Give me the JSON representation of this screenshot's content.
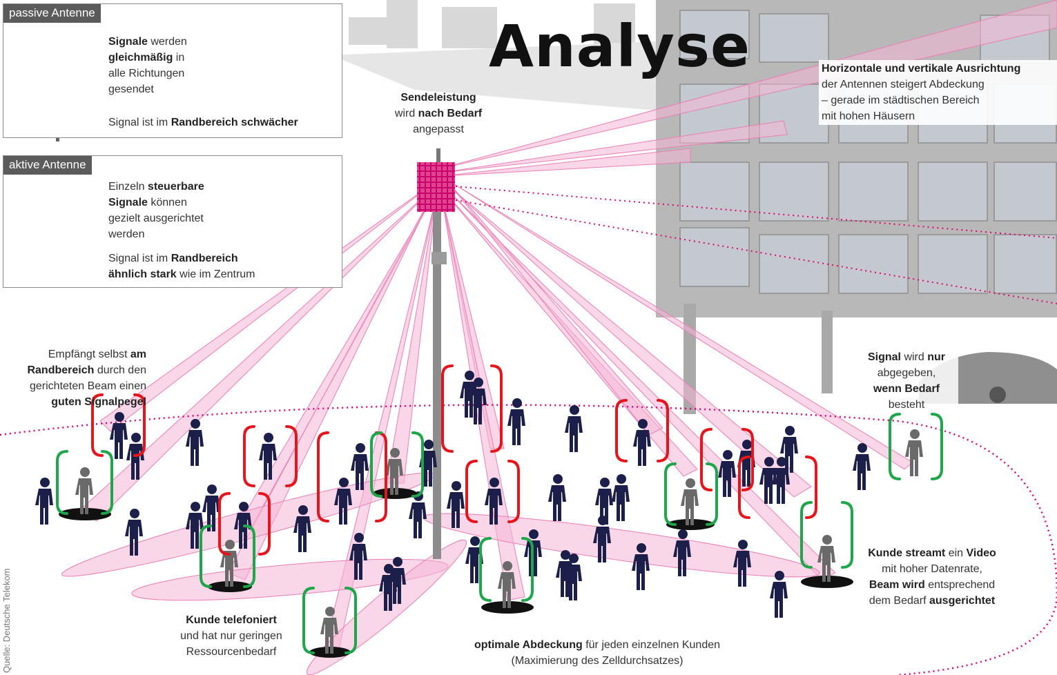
{
  "title": "Analyse",
  "source": "Quelle: Deutsche Telekom",
  "passive_box": {
    "header": "passive Antenne",
    "desc_1": "Signale",
    "desc_2": " werden",
    "desc_3": "gleichmäßig",
    "desc_4": " in",
    "desc_5": "alle Richtungen",
    "desc_6": "gesendet",
    "edge_1": "Signal ist im ",
    "edge_2": "Randbereich schwächer"
  },
  "active_box": {
    "header": "aktive Antenne",
    "desc_1": "Einzeln ",
    "desc_2": "steuerbare",
    "desc_3": "Signale",
    "desc_4": " können",
    "desc_5": "gezielt ausgerichtet",
    "desc_6": "werden",
    "edge_1": "Signal ist im ",
    "edge_2": "Randbereich",
    "edge_3": "ähnlich stark",
    "edge_4": " wie im Zentrum"
  },
  "power": {
    "l1": "Sendeleistung",
    "l2a": "wird ",
    "l2b": "nach Bedarf",
    "l3": "angepasst"
  },
  "orientation": {
    "l1": "Horizontale und vertikale Ausrichtung",
    "l2": "der Antennen steigert Abdeckung",
    "l3": "– gerade im städtischen Bereich",
    "l4": "mit hohen Häusern"
  },
  "edge_receive": {
    "l1a": "Empfängt selbst ",
    "l1b": "am",
    "l2a": "Randbereich",
    "l2b": " durch den",
    "l3": "gerichteten Beam einen",
    "l4": "guten Signalpegel"
  },
  "on_demand": {
    "l1a": "Signal",
    "l1b": " wird ",
    "l1c": "nur",
    "l2": "abgegeben,",
    "l3": "wenn Bedarf",
    "l4": "besteht"
  },
  "video": {
    "l1a": "Kunde streamt",
    "l1b": " ein ",
    "l1c": "Video",
    "l2": "mit hoher Datenrate,",
    "l3a": "Beam wird",
    "l3b": " entsprechend",
    "l4a": "dem Bedarf ",
    "l4b": "ausgerichtet"
  },
  "phone": {
    "l1": "Kunde telefoniert",
    "l2": "und hat nur geringen",
    "l3": "Ressourcenbedarf"
  },
  "coverage": {
    "l1a": "optimale Abdeckung",
    "l1b": " für jeden einzelnen Kunden",
    "l2": "(Maximierung des Zelldurchsatzes)"
  },
  "colors": {
    "magenta": "#e20074",
    "beam": "#f7bfdc",
    "building": "#b8b8b8",
    "person": "#1c1f4a",
    "customer": "#6a6a6a",
    "red_bracket": "#e8141b",
    "green_bracket": "#1ea64a"
  }
}
